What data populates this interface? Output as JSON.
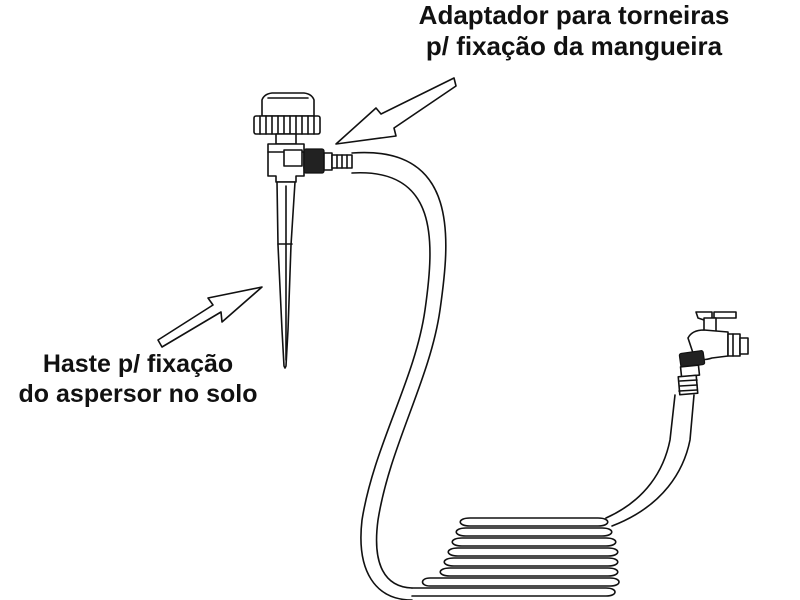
{
  "labels": {
    "adapter": {
      "line1": "Adaptador para torneiras",
      "line2": "p/ fixação da mangueira"
    },
    "stake": {
      "line1": "Haste p/ fixação",
      "line2": "do aspersor no solo"
    }
  }
}
